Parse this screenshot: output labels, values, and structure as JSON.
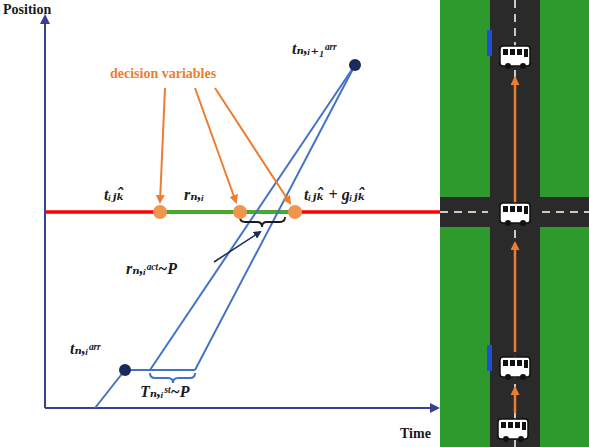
{
  "diagram": {
    "labels": [
      "Position",
      "Time",
      "decision variables",
      "tᵢⱼₖ̂",
      "rₙ,ᵢ",
      "tᵢⱼₖ̂ + gᵢⱼₖ̂",
      "tₙ,ᵢ₊₁ᵃʳʳ",
      "tₙ,ᵢᵃʳʳ",
      "Tₙ,ᵢˢᵗ~P",
      "rₙ,ᵢᵃᶜᵗ~P"
    ]
  }
}
